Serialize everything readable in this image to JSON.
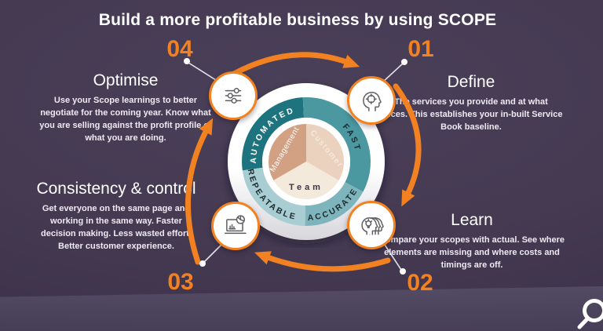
{
  "title": "Build a more profitable business by using SCOPE",
  "steps": {
    "define": {
      "number": "01",
      "title": "Define",
      "body": "The services you provide and at what prices. This establishes your in-built Service Book baseline.",
      "icon": "head-target-icon"
    },
    "learn": {
      "number": "02",
      "title": "Learn",
      "body": "Compare your scopes with actual. See where elements are missing and where costs and timings are off.",
      "icon": "layered-heads-idea-icon"
    },
    "consistency": {
      "number": "03",
      "title": "Consistency & control",
      "body": "Get everyone on the same page and working in the same way. Faster decision making. Less wasted effort. Better customer experience.",
      "icon": "laptop-charts-icon"
    },
    "optimise": {
      "number": "04",
      "title": "Optimise",
      "body": "Use your Scope learnings  to better negotiate for the coming year.  Know what you are selling against the profit profile of what you are doing.",
      "icon": "sliders-icon"
    }
  },
  "wheel": {
    "outer_segments": [
      {
        "label": "AUTOMATED",
        "color": "#1E747E",
        "text_color": "#FFFFFF"
      },
      {
        "label": "FAST",
        "color": "#4C98A0",
        "text_color": "#1B2B30"
      },
      {
        "label": "ACCURATE",
        "color": "#7EB5BC",
        "text_color": "#1B2B30"
      },
      {
        "label": "REPEATABLE",
        "color": "#A8CDD2",
        "text_color": "#1B2B30"
      }
    ],
    "inner_segments": [
      {
        "label": "Management",
        "color": "#D2A183",
        "text_color": "#FFFFFF"
      },
      {
        "label": "Customer",
        "color": "#EBD2BE",
        "text_color": "#F8F1EA"
      },
      {
        "label": "Team",
        "color": "#F3EADC",
        "text_color": "#3F3548"
      }
    ]
  },
  "colors": {
    "accent_orange": "#F28121",
    "title_text": "#FFFFFF",
    "background_top": "#4B4059",
    "background_bottom": "#382E46",
    "floor": "#5E5670"
  },
  "logo": "magnifier-logo"
}
